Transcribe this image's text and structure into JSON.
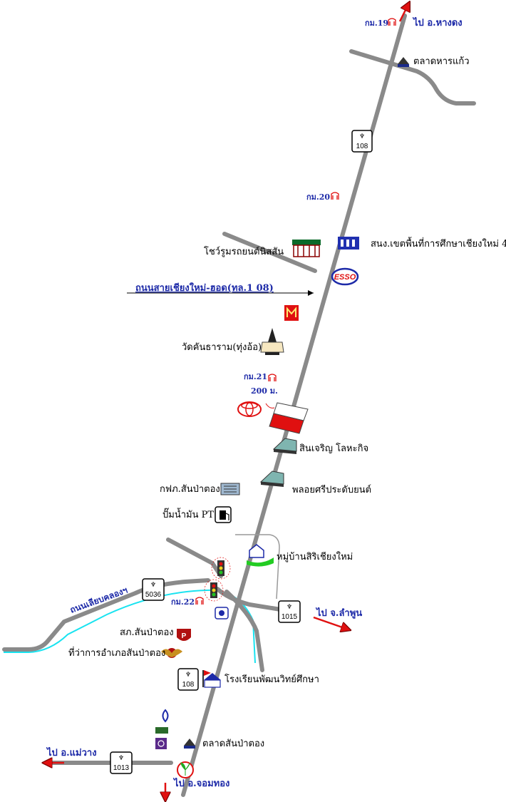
{
  "directions": {
    "north": "ไป อ.หางดง",
    "east": "ไป จ.ลำพูน",
    "west": "ไป อ.แม่วาง",
    "south": "ไป อ.จอมทอง"
  },
  "main_road_label": "ถนนสายเชียงใหม่-ฮอด(ทล.1 08)",
  "bypass_road_label": "ถนนเลียบคลองฯ",
  "distance_note": "200 ม.",
  "km_markers": [
    "กม.19",
    "กม.20",
    "กม.21",
    "กม.22"
  ],
  "shields": [
    "108",
    "108",
    "5036",
    "1015",
    "1013"
  ],
  "places": {
    "market_top": "ตลาดหารแก้ว",
    "showroom": "โชว์รูมรถยนต์นิสสัน",
    "education_office": "สนง.เขตพื้นที่การศึกษาเชียงใหม่ 4",
    "temple": "วัดคันธาราม(ทุ่งอ้อ)",
    "steel_shop": "สินเจริญ โลหะกิจ",
    "electricity": "กฟภ.สันป่าตอง",
    "car_parts": "พลอยศรีประดับยนต์",
    "gas_station": "ปั๊มน้ำมัน PT",
    "village": "หมู่บ้านสิริเชียงใหม่",
    "police": "สภ.สันป่าตอง",
    "district_office": "ที่ว่าการอำเภอสันป่าตอง",
    "school": "โรงเรียนพัฒนวิทย์ศึกษา",
    "market_bottom": "ตลาดสันป่าตอง"
  },
  "icons": {
    "esso": "ESSO",
    "colors": {
      "road": "#8a8a8a",
      "canal": "#19e3f0",
      "label_blue": "#1d2aa8",
      "arrow_red": "#e01010"
    }
  }
}
